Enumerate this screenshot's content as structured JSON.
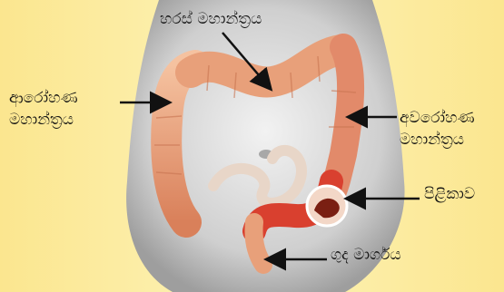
{
  "labels": {
    "transverse_colon": "හරස් මහාන්ත්‍රය",
    "ascending_colon_line1": "ආරෝහණ",
    "ascending_colon_line2": "මහාන්ත්‍රය",
    "descending_colon_line1": "අවරෝහණ",
    "descending_colon_line2": "මහාන්ත්‍රය",
    "sigmoid_colon": "පිළිකාව",
    "rectum": "ගුද මාර්ගය"
  },
  "colors": {
    "background": "#fdf0a6",
    "colon": "#e8a07a",
    "colon_highlight": "#d9402f",
    "body": "#d8d8d8",
    "arrow": "#111111"
  }
}
